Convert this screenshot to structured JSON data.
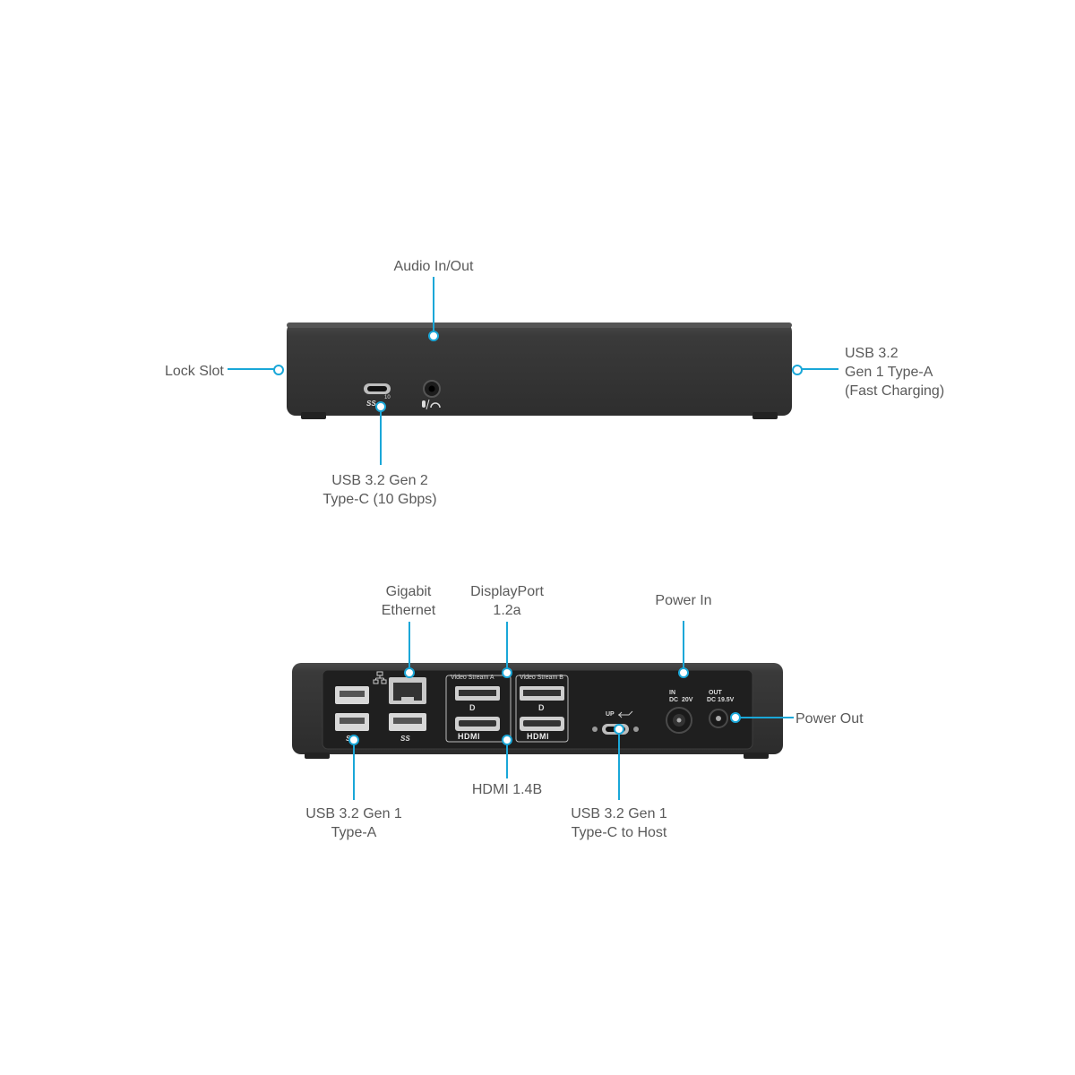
{
  "front_view": {
    "labels": {
      "audio": "Audio In/Out",
      "lock_slot": "Lock Slot",
      "usb_a_fast": "USB 3.2\nGen 1 Type-A\n(Fast Charging)",
      "usb_c_gen2": "USB 3.2 Gen 2\nType-C (10 Gbps)"
    },
    "port_marks": {
      "usb_c": "SS",
      "usb_c_speed": "10"
    }
  },
  "rear_view": {
    "labels": {
      "ethernet": "Gigabit\nEthernet",
      "displayport": "DisplayPort\n1.2a",
      "power_in": "Power In",
      "power_out": "Power Out",
      "usb_a": "USB 3.2 Gen 1\nType-A",
      "hdmi": "HDMI 1.4B",
      "usb_c_host": "USB 3.2 Gen 1\nType-C to Host"
    },
    "port_marks": {
      "video_stream_a": "Video Stream A",
      "video_stream_b": "Video Stream B",
      "hdmi_logo": "HDMI",
      "dp_logo": "D",
      "usb_ss": "SS",
      "up": "UP",
      "power_in": "IN",
      "power_in_dc": "DC  20V",
      "power_out": "OUT",
      "power_out_dc": "DC 19.5V"
    }
  },
  "colors": {
    "callout": "#1aa7d8",
    "dock_body": "#3a3a3a",
    "dock_panel": "#2a2a2a",
    "port_silver": "#cfcfcf",
    "label_text": "#5a5a5a"
  }
}
